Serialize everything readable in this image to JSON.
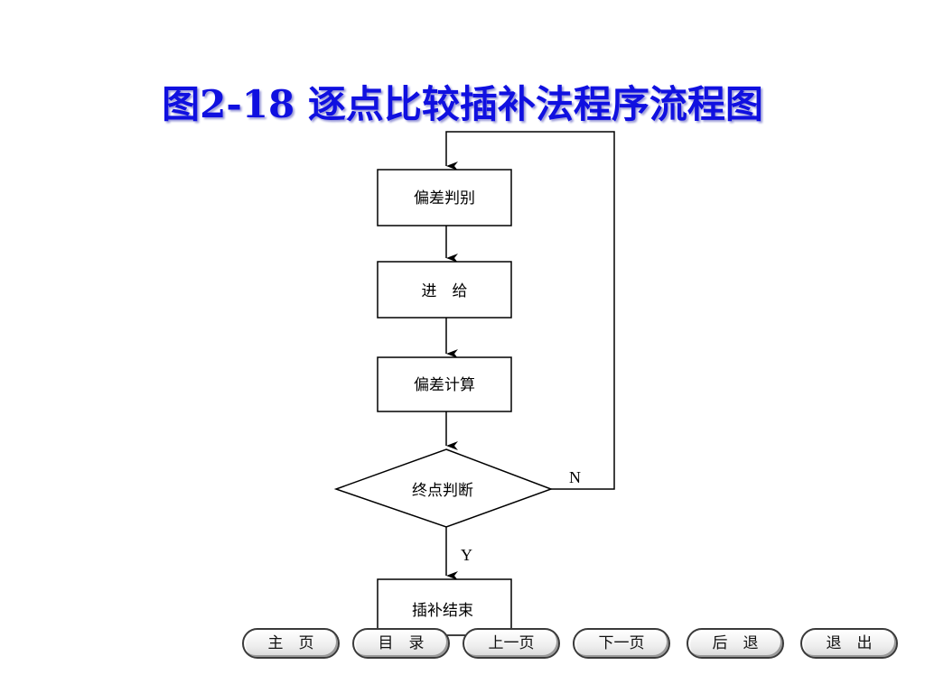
{
  "title": "图2-18 逐点比较插补法程序流程图",
  "flowchart": {
    "nodes": {
      "deviation_judgment": "偏差判别",
      "feed": "进　给",
      "deviation_calc": "偏差计算",
      "endpoint_judgment": "终点判断",
      "interpolation_end": "插补结束"
    },
    "edges": {
      "no_label": "N",
      "yes_label": "Y"
    }
  },
  "nav": {
    "home": "主　页",
    "contents": "目　录",
    "prev": "上一页",
    "next": "下一页",
    "back": "后　退",
    "exit": "退　出"
  }
}
